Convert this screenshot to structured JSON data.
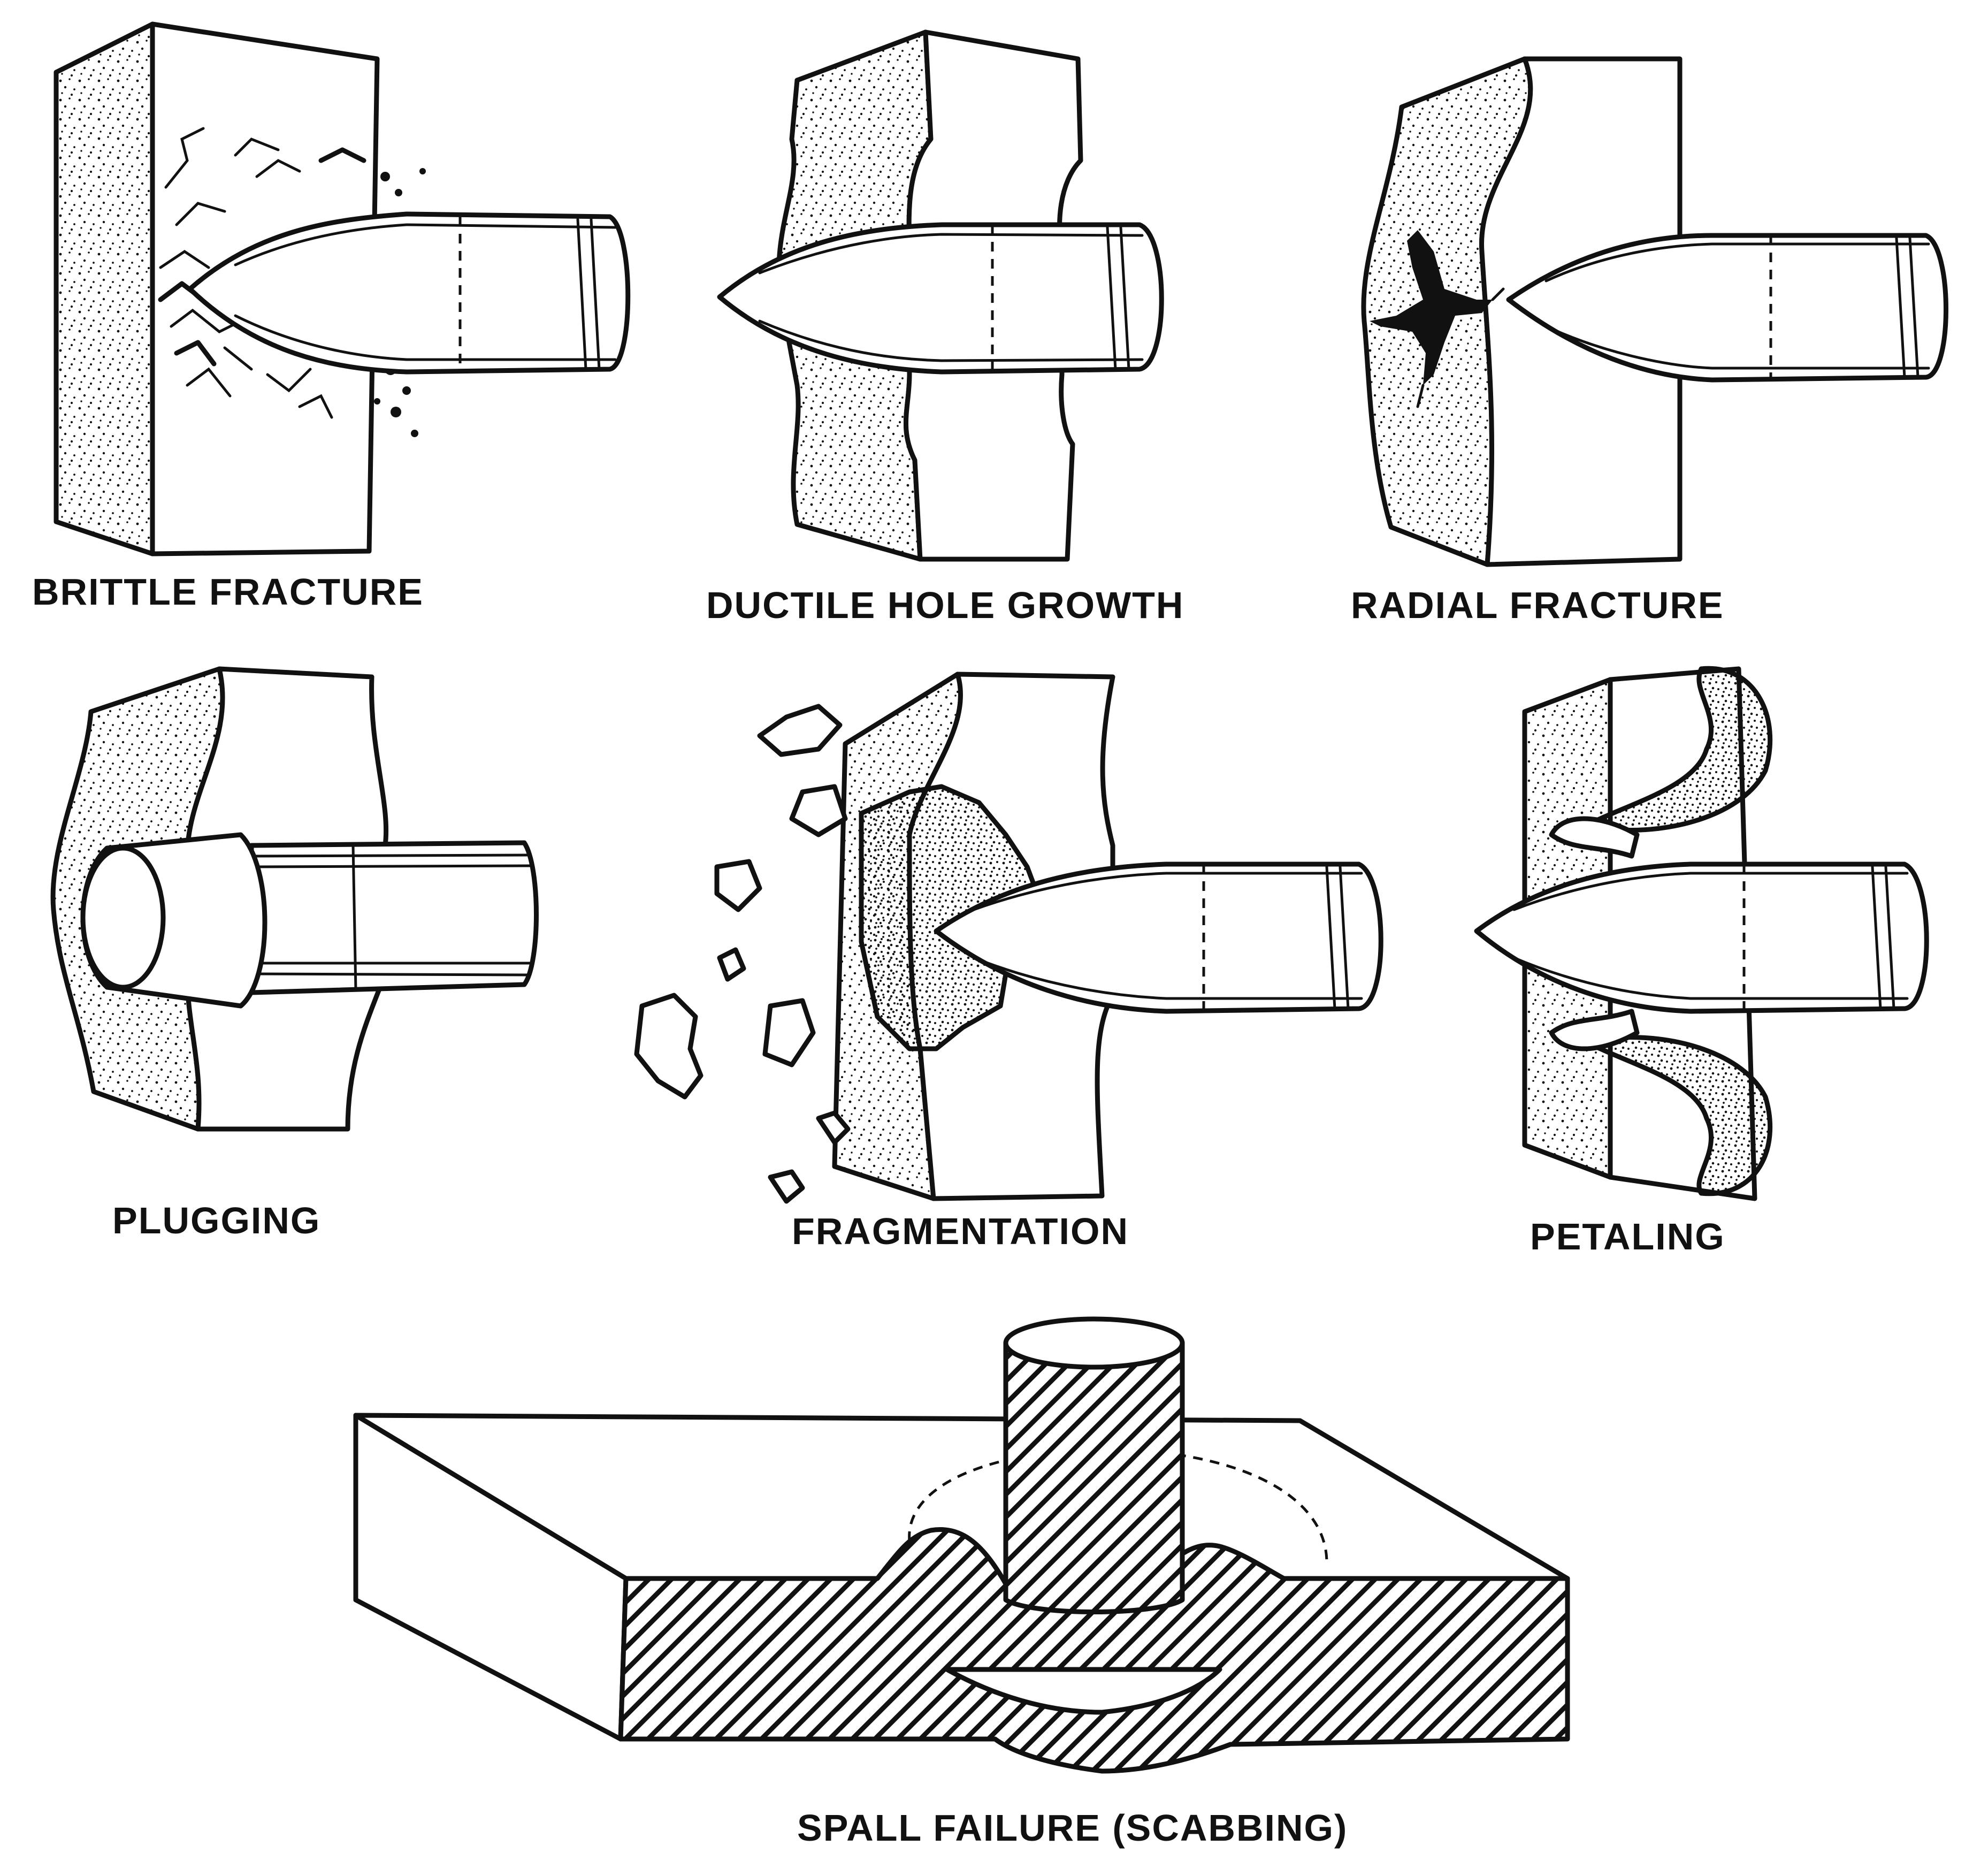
{
  "colors": {
    "ink": "#111111",
    "background": "#ffffff"
  },
  "captions": {
    "brittle_fracture": "BRITTLE FRACTURE",
    "ductile_hole_growth": "DUCTILE HOLE GROWTH",
    "radial_fracture": "RADIAL FRACTURE",
    "plugging": "PLUGGING",
    "fragmentation": "FRAGMENTATION",
    "petaling": "PETALING",
    "spall_failure": "SPALL FAILURE (SCABBING)"
  }
}
